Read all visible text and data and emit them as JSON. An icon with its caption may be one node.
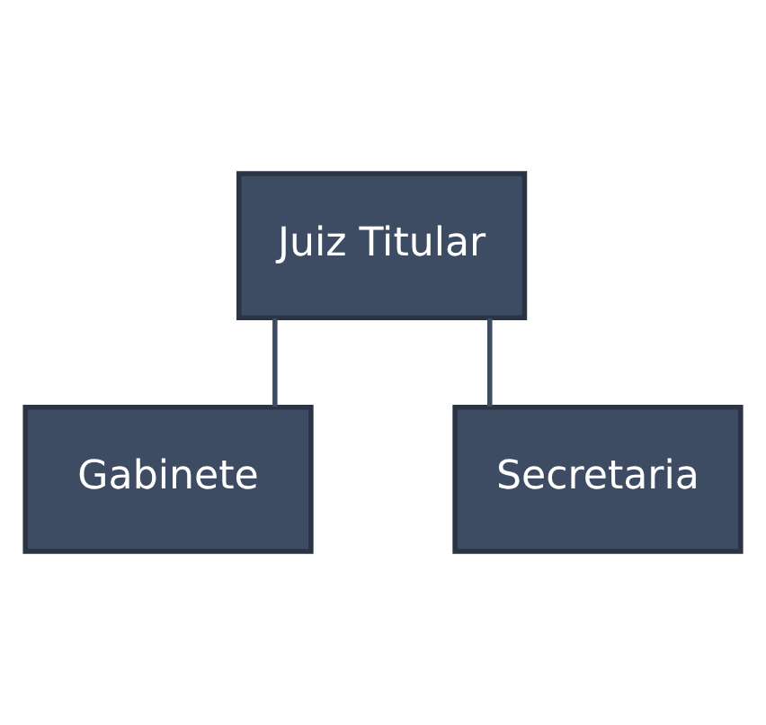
{
  "diagram": {
    "nodes": [
      {
        "text": [
          "Juiz Titular"
        ]
      },
      {
        "text": [
          "Gabinete"
        ]
      },
      {
        "text": [
          "Secretaria"
        ]
      }
    ],
    "edges": [
      {
        "from": 0,
        "to": 1,
        "arrow": "none"
      },
      {
        "from": 0,
        "to": 2,
        "arrow": "none"
      }
    ]
  }
}
